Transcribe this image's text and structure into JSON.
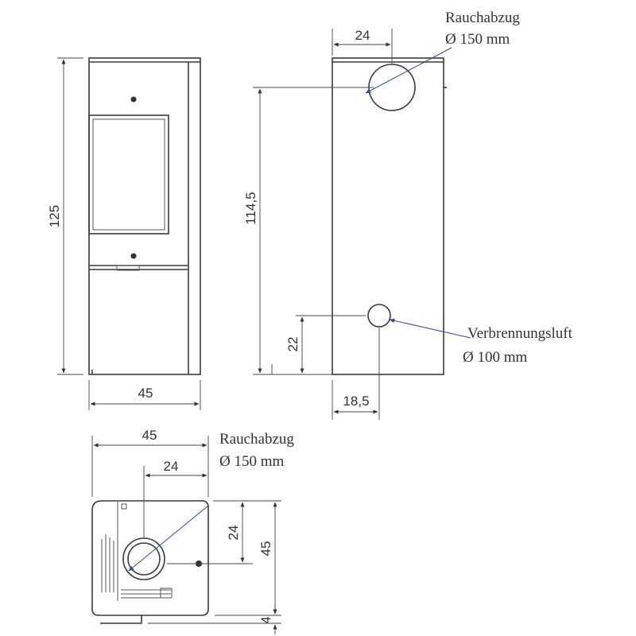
{
  "front_view": {
    "height_label": "125",
    "width_label": "45"
  },
  "side_view": {
    "flue_offset_label": "24",
    "flue_height_label": "114,5",
    "air_height_label": "22",
    "air_offset_label": "18,5",
    "flue_title": "Rauchabzug",
    "flue_size": "Ø 150 mm",
    "air_title": "Verbrennungsluft",
    "air_size": "Ø 100 mm"
  },
  "top_view": {
    "width_label": "45",
    "flue_offset_x_label": "24",
    "flue_offset_y_label": "24",
    "depth_label": "45",
    "foot_label": "4",
    "flue_title": "Rauchabzug",
    "flue_size": "Ø 150 mm"
  }
}
